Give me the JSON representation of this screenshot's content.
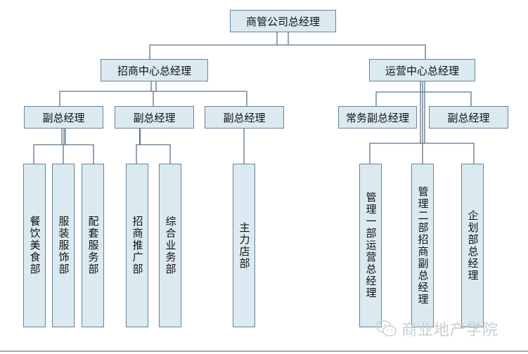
{
  "colors": {
    "box_fill": "#daeaf0",
    "box_border": "#6a8296",
    "line": "#5f7486",
    "watermark": "#c9cdd1"
  },
  "root": {
    "label": "商管公司总经理"
  },
  "centers": [
    {
      "label": "招商中心总经理"
    },
    {
      "label": "运营中心总经理"
    }
  ],
  "deputies": [
    {
      "label": "副总经理"
    },
    {
      "label": "副总经理"
    },
    {
      "label": "副总经理"
    },
    {
      "label": "常务副总经理"
    },
    {
      "label": "副总经理"
    }
  ],
  "departments": [
    {
      "label": "餐饮美食部"
    },
    {
      "label": "服装服饰部"
    },
    {
      "label": "配套服务部"
    },
    {
      "label": "招商推广部"
    },
    {
      "label": "综合业务部"
    },
    {
      "label": "主力店部"
    },
    {
      "label": "管理一部运营总经理"
    },
    {
      "label": "管理二部招商副总经理"
    },
    {
      "label": "企划部总经理"
    }
  ],
  "watermark": {
    "icon": "wechat-icon",
    "text": "商业地产学院"
  }
}
